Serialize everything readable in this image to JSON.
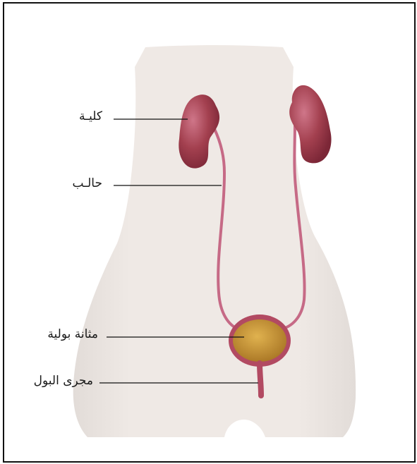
{
  "labels": {
    "kidney": "كليـة",
    "ureter": "حالـب",
    "bladder": "مثانة بولية",
    "urethra": "مجرى البول"
  },
  "colors": {
    "skin": "#ece6e2",
    "kidney": "#9c3a4c",
    "kidney_highlight": "#c86c7e",
    "ureter": "#c66a86",
    "bladder_wall": "#b24a62",
    "urine": "#c89a3e",
    "leader_line": "#111111"
  }
}
